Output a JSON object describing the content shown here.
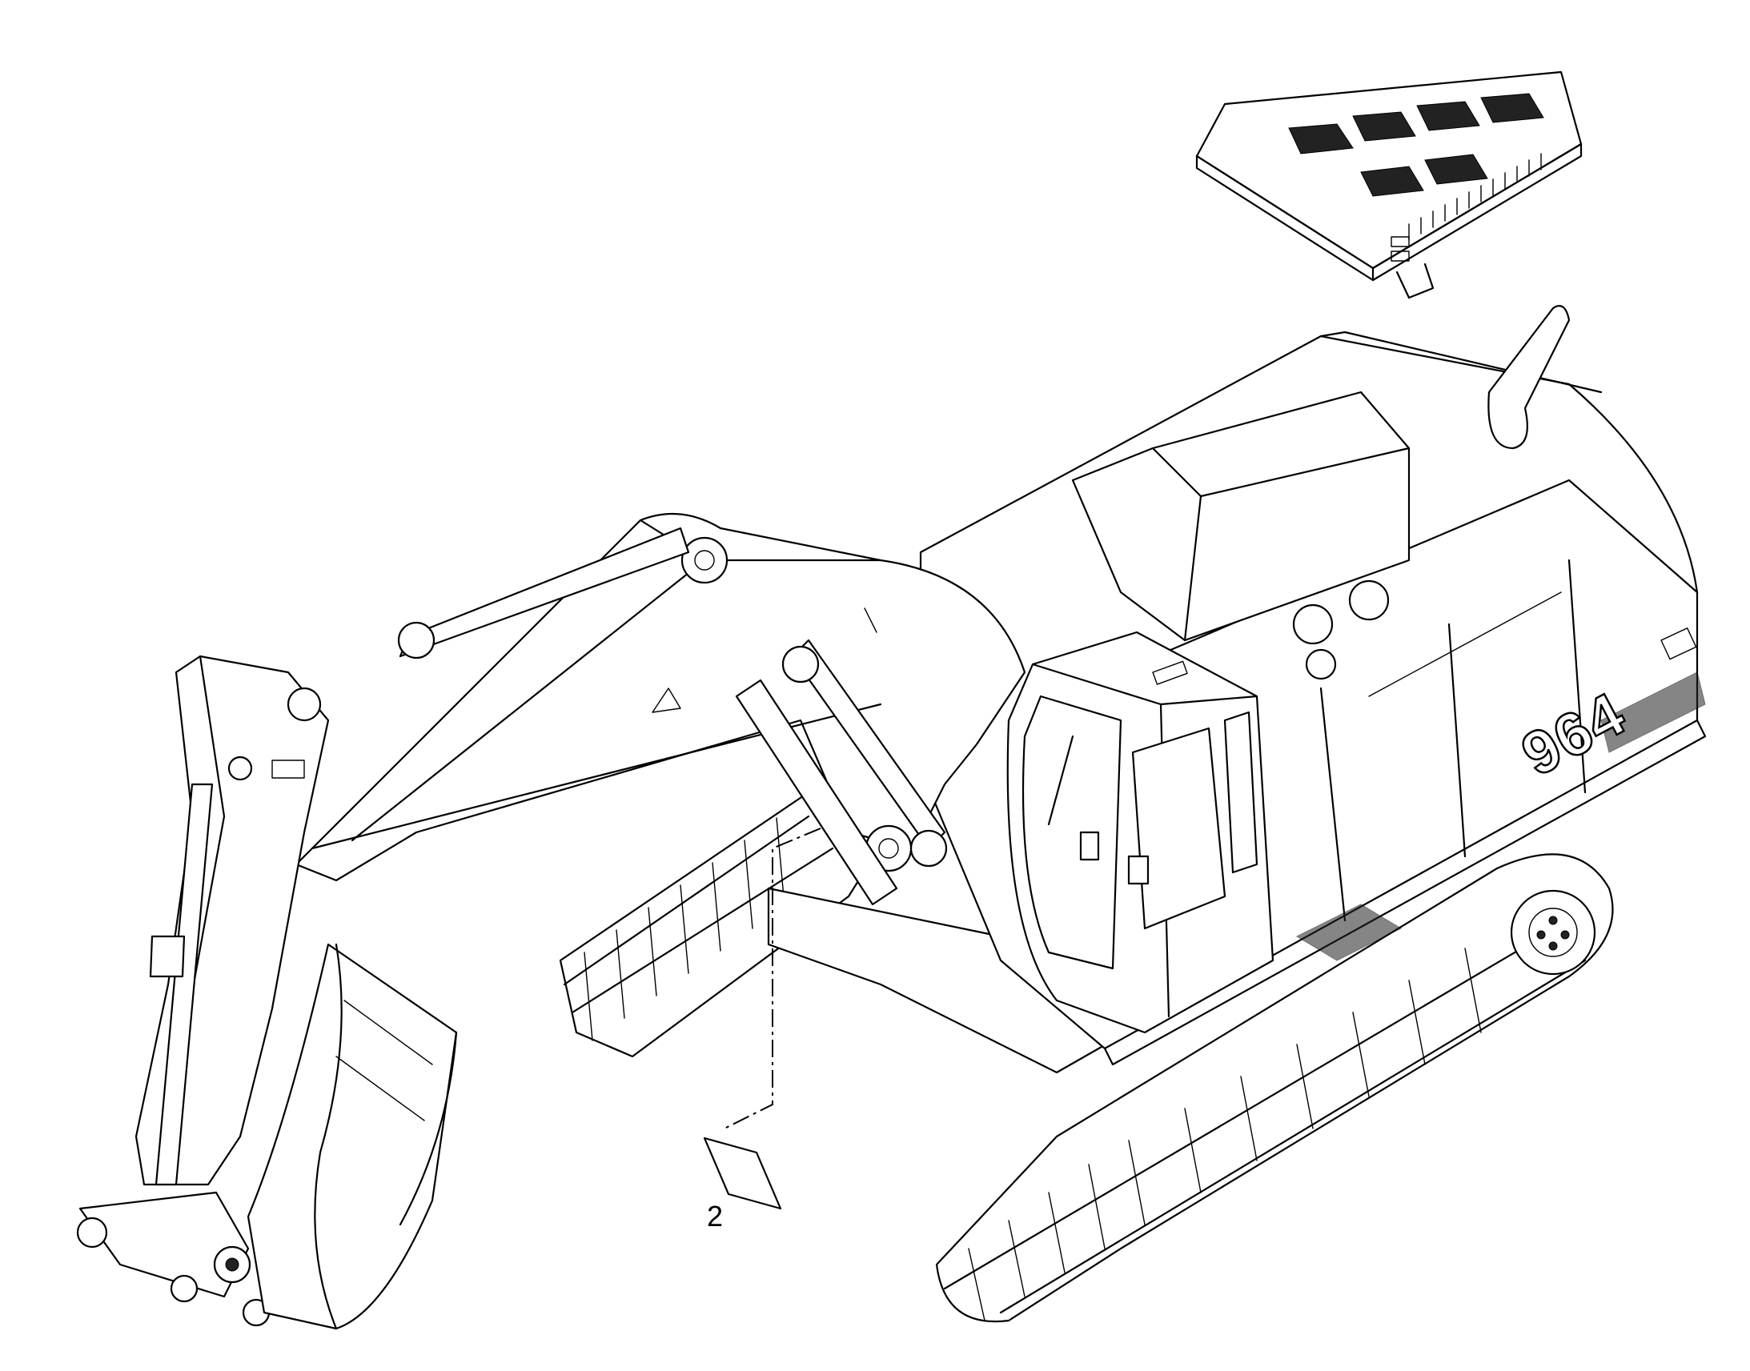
{
  "figure": {
    "callouts": [
      {
        "id": "label-2",
        "text": "2"
      }
    ],
    "machine_badge": "964",
    "colors": {
      "line": "#000000",
      "background": "#ffffff"
    },
    "icons": [
      "engine-cover-icon",
      "excavator-icon",
      "decal-icon"
    ]
  }
}
